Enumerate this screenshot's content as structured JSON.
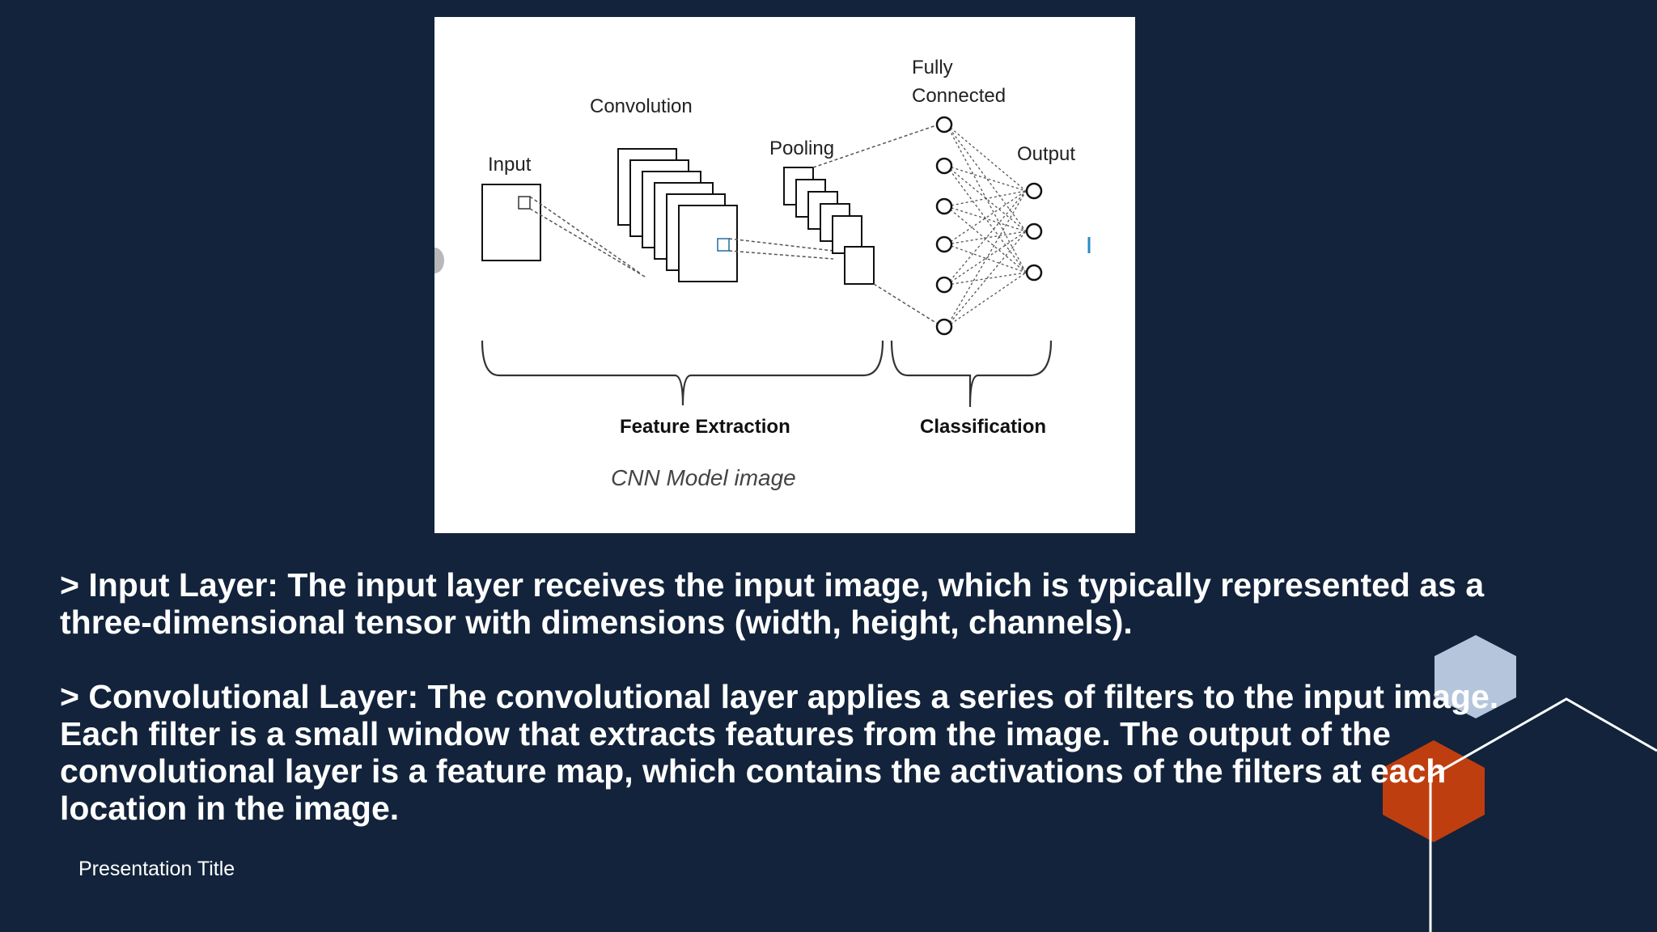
{
  "figure": {
    "labels": {
      "input": "Input",
      "convolution": "Convolution",
      "pooling": "Pooling",
      "fully_connected_line1": "Fully",
      "fully_connected_line2": "Connected",
      "output": "Output",
      "feature_extraction": "Feature Extraction",
      "classification": "Classification"
    },
    "caption": "CNN Model image"
  },
  "body": {
    "paragraphs": [
      "> Input Layer: The input layer receives the input image, which is typically represented as a three-dimensional tensor with dimensions (width, height, channels).",
      "> Convolutional Layer: The convolutional layer applies a series of filters to the input image. Each filter is a small window that extracts features from the image. The output of the convolutional layer is a feature map, which contains the activations of the filters at each location in the image."
    ]
  },
  "footer": {
    "title": "Presentation Title"
  },
  "colors": {
    "background": "#12233b",
    "hex_light": "#b4c5dc",
    "hex_orange": "#bf3e0f"
  }
}
